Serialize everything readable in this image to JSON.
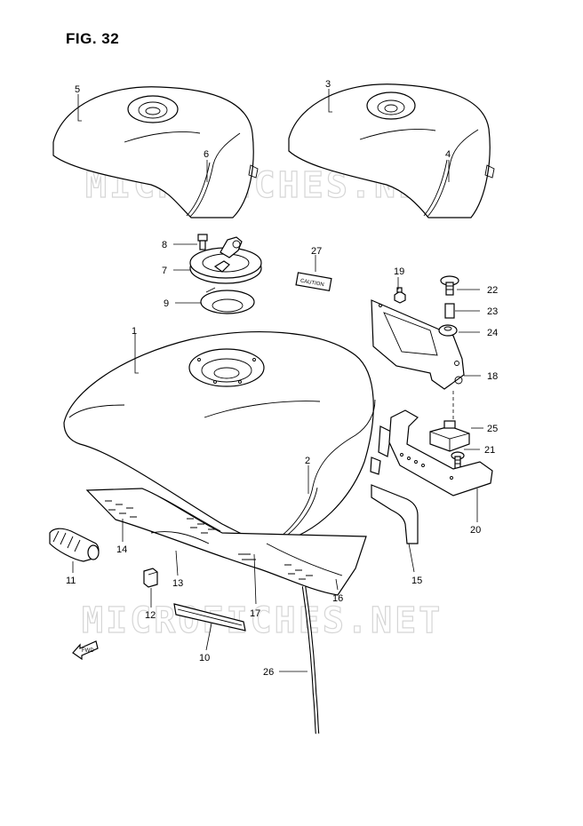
{
  "figure": {
    "title": "FIG. 32"
  },
  "watermark": {
    "text": "MICROFICHES.NET"
  },
  "decal": {
    "text": "CAUTION"
  },
  "fwd_marker": {
    "text": "FWD"
  },
  "callouts": [
    "1",
    "2",
    "3",
    "4",
    "5",
    "6",
    "7",
    "8",
    "9",
    "10",
    "11",
    "12",
    "13",
    "14",
    "15",
    "16",
    "17",
    "18",
    "19",
    "20",
    "21",
    "22",
    "23",
    "24",
    "25",
    "26",
    "27"
  ]
}
